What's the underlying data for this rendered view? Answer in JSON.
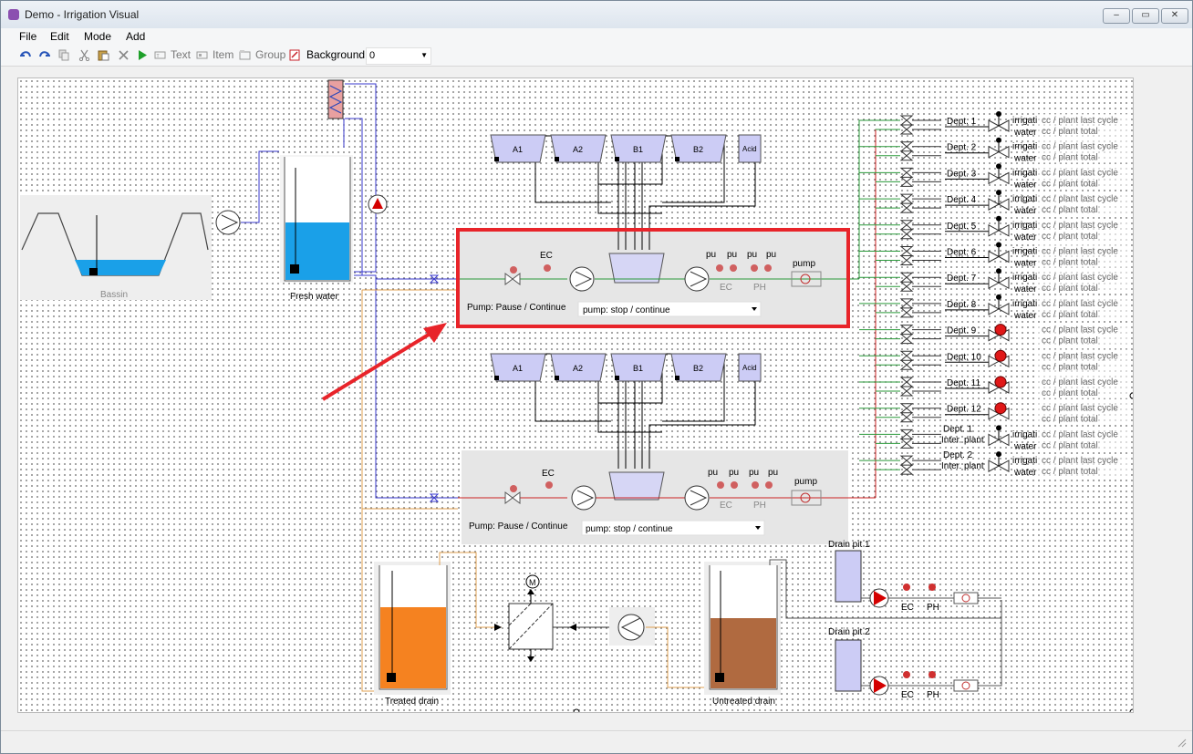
{
  "window": {
    "title": "Demo - Irrigation Visual",
    "min": "‒",
    "max": "▭",
    "close": "✕"
  },
  "menu": [
    "File",
    "Edit",
    "Mode",
    "Add"
  ],
  "toolbar": {
    "text": "Text",
    "item": "Item",
    "group": "Group",
    "background": "Background",
    "background_value": "0"
  },
  "labels": {
    "bassin": "Bassin",
    "fresh_water": "Fresh water",
    "treated_drain": "Treated drain",
    "untreated_drain": "Untreated drain",
    "drain_pit_1": "Drain pit 1",
    "drain_pit_2": "Drain pit 2",
    "ec": "EC",
    "ph": "PH",
    "pu": "pu",
    "pump": "pump",
    "acid": "Acid",
    "motor": "M"
  },
  "tanks_upper": [
    "A1",
    "A2",
    "B1",
    "B2"
  ],
  "tanks_lower": [
    "A1",
    "A2",
    "B1",
    "B2"
  ],
  "unit_upper": {
    "pause_label": "Pump: Pause / Continue",
    "select": "pump: stop / continue"
  },
  "unit_lower": {
    "pause_label": "Pump: Pause / Continue",
    "select": "pump: stop / continue"
  },
  "departments": [
    {
      "label": "Dept. 1",
      "line1": "irrigati",
      "line2": "water"
    },
    {
      "label": "Dept. 2",
      "line1": "irrigati",
      "line2": "water"
    },
    {
      "label": "Dept. 3",
      "line1": "irrigati",
      "line2": "water"
    },
    {
      "label": "Dept. 4",
      "line1": "irrigati",
      "line2": "water"
    },
    {
      "label": "Dept. 5",
      "line1": "irrigati",
      "line2": "water"
    },
    {
      "label": "Dept. 6",
      "line1": "irrigati",
      "line2": "water"
    },
    {
      "label": "Dept. 7",
      "line1": "irrigati",
      "line2": "water"
    },
    {
      "label": "Dept. 8",
      "line1": "irrigati",
      "line2": "water"
    },
    {
      "label": "Dept. 9",
      "line1": "",
      "line2": ""
    },
    {
      "label": "Dept. 10",
      "line1": "",
      "line2": ""
    },
    {
      "label": "Dept. 11",
      "line1": "",
      "line2": ""
    },
    {
      "label": "Dept. 12",
      "line1": "",
      "line2": ""
    },
    {
      "label": "Dept. 1\nInter. plant",
      "line1": "irrigati",
      "line2": "water"
    },
    {
      "label": "Dept. 2\nInter. plant",
      "line1": "irrigati",
      "line2": "water"
    }
  ],
  "cc_lines": {
    "line1": "cc / plant last cycle",
    "line2": "cc / plant total"
  },
  "colors": {
    "highlight": "#e8242a",
    "water": "#1aa0e8",
    "treated": "#f58220",
    "untreated": "#b06a40",
    "tank": "#ccccf5",
    "pipe_blue": "#3a3acc",
    "pipe_green": "#2a9a3a",
    "pipe_red": "#cc2222",
    "pipe_orange": "#e0a050"
  }
}
